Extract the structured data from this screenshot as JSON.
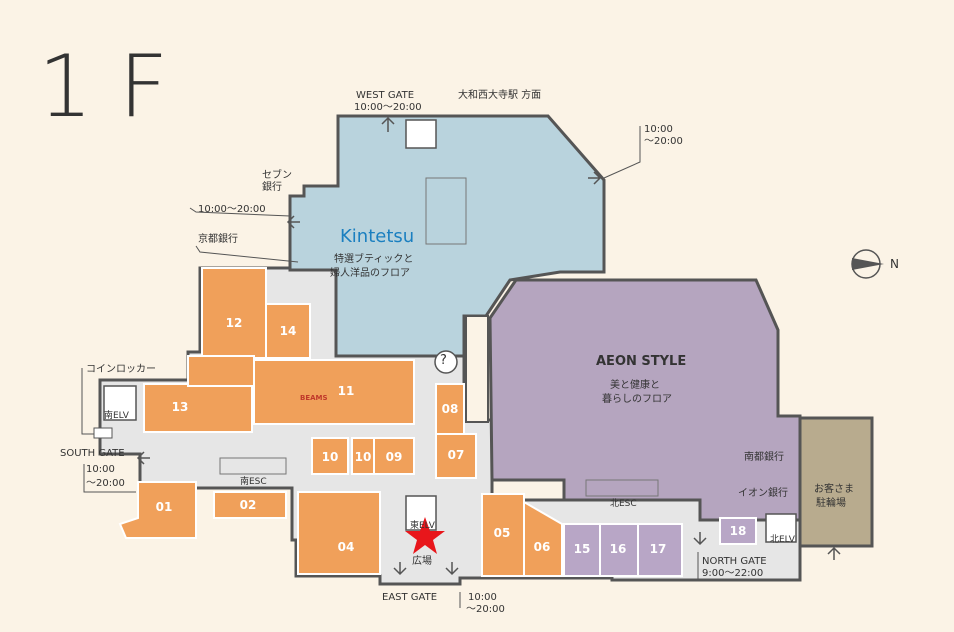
{
  "floor_label": "1F",
  "compass_label": "N",
  "gates": {
    "west": {
      "name": "WEST GATE",
      "hours": "10:00〜20:00",
      "station": "大和西大寺駅 方面"
    },
    "south": {
      "name": "SOUTH GATE",
      "hours_1": "10:00",
      "hours_2": "〜20:00"
    },
    "east": {
      "name": "EAST GATE",
      "hours_1": "10:00",
      "hours_2": "〜20:00"
    },
    "north": {
      "name": "NORTH GATE",
      "hours": "9:00〜22:00"
    },
    "northeast": {
      "hours_1": "10:00",
      "hours_2": "〜20:00"
    },
    "west_bank": {
      "hours": "10:00〜20:00"
    }
  },
  "kintetsu": {
    "logo": "Kintetsu",
    "desc_1": "特選ブティックと",
    "desc_2": "婦人洋品のフロア"
  },
  "aeon": {
    "logo": "AEON STYLE",
    "desc_1": "美と健康と",
    "desc_2": "暮らしのフロア"
  },
  "facilities": {
    "seven_bank_1": "セブン",
    "seven_bank_2": "銀行",
    "kyoto_bank": "京都銀行",
    "coin_locker": "コインロッカー",
    "south_elv": "南ELV",
    "south_esc": "南ESC",
    "north_esc": "北ESC",
    "north_elv": "北ELV",
    "east_elv": "東ELV",
    "plaza": "広場",
    "aeon_kyoto_bank": "南都銀行",
    "aeon_bank": "イオン銀行",
    "parking_1": "お客さま",
    "parking_2": "駐輪場",
    "info_symbol": "?"
  },
  "stores": [
    {
      "id": "01"
    },
    {
      "id": "02"
    },
    {
      "id": "04"
    },
    {
      "id": "05"
    },
    {
      "id": "06"
    },
    {
      "id": "07"
    },
    {
      "id": "08"
    },
    {
      "id": "09"
    },
    {
      "id": "10a",
      "label": "10"
    },
    {
      "id": "10b",
      "label": "10"
    },
    {
      "id": "11"
    },
    {
      "id": "12"
    },
    {
      "id": "13"
    },
    {
      "id": "14"
    },
    {
      "id": "15"
    },
    {
      "id": "16"
    },
    {
      "id": "17"
    },
    {
      "id": "18"
    }
  ],
  "beams_logo": "BEAMS",
  "colors": {
    "background": "#fbf3e6",
    "corridor": "#e6e6e6",
    "orange": "#f0a05a",
    "kintetsu": "#b9d3dd",
    "aeon": "#b5a5bf",
    "purple_store": "#b8a6c6",
    "parking": "#b8ab8e",
    "outline": "#555555",
    "current_location": "#e8161b"
  }
}
